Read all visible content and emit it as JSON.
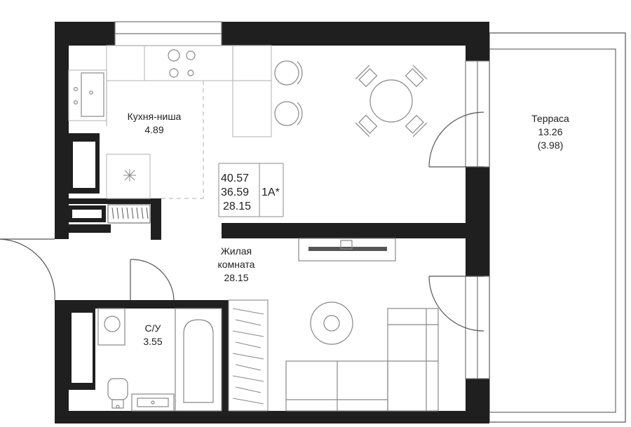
{
  "colors": {
    "wall": "#1f1f1f",
    "line": "#555555",
    "light": "#bdbdbd",
    "bg": "#ffffff"
  },
  "rooms": {
    "kitchen": {
      "name": "Кухня-ниша",
      "area": "4.89"
    },
    "terrace": {
      "name": "Терраса",
      "area": "13.26",
      "area_reduced": "(3.98)"
    },
    "living": {
      "name_line1": "Жилая",
      "name_line2": "комната",
      "area": "28.15"
    },
    "bathroom": {
      "name": "С/У",
      "area": "3.55"
    }
  },
  "summary": {
    "total_area": "40.57",
    "living_space_area": "36.59",
    "residential_area": "28.15",
    "apartment_type": "1А*"
  },
  "icons": [
    "sink-icon",
    "stove-icon",
    "dining-table-icon",
    "bar-stool-icon",
    "wardrobe-icon",
    "washing-machine-icon",
    "toilet-icon",
    "bathtub-icon",
    "tv-icon",
    "sofa-icon",
    "round-rug-icon"
  ]
}
